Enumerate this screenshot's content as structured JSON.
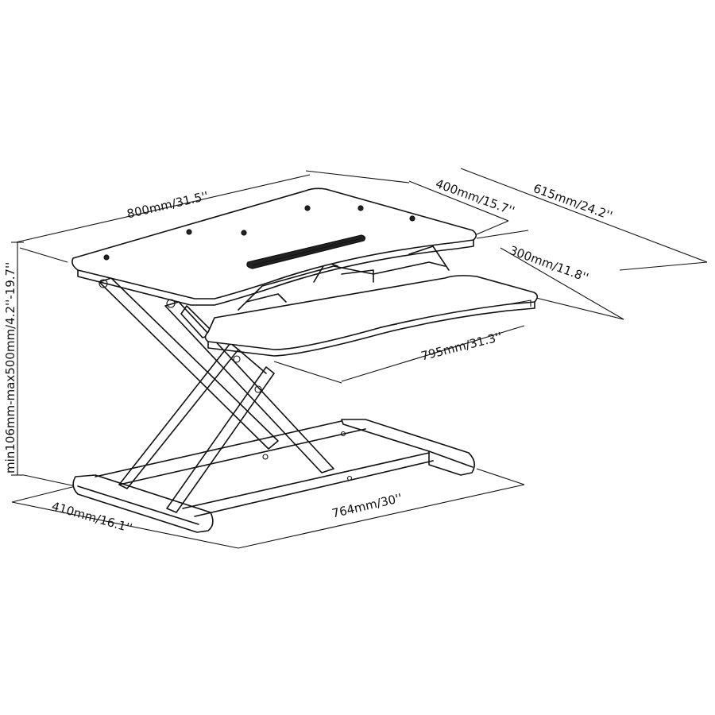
{
  "diagram": {
    "subject": "Sit-stand desk converter technical line drawing",
    "dimensions": {
      "top_width": "800mm/31.5''",
      "top_depth": "400mm/15.7''",
      "overall_depth": "615mm/24.2''",
      "keyboard_depth": "300mm/11.8''",
      "keyboard_width": "795mm/31.3''",
      "height_range": "min106mm-max500mm/4.2''-19.7''",
      "base_depth": "410mm/16.1''",
      "base_width": "764mm/30''"
    },
    "colors": {
      "line": "#111111",
      "background": "#ffffff"
    }
  }
}
